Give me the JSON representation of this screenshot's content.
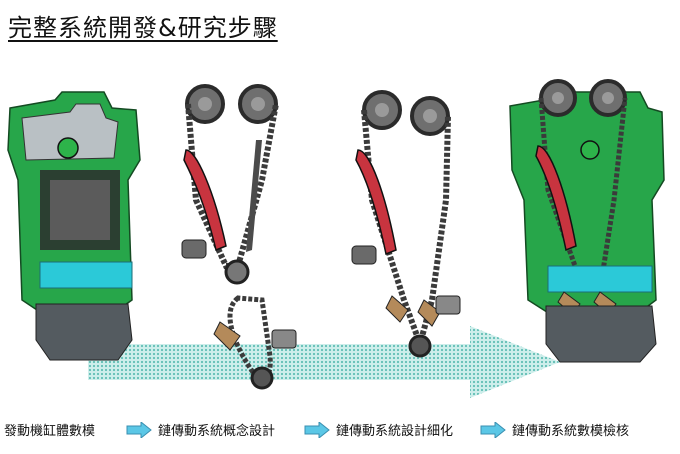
{
  "title": "完整系統開發&研究步驟",
  "steps": [
    {
      "label": "發動機缸體數模"
    },
    {
      "label": "鏈傳動系統概念設計"
    },
    {
      "label": "鏈傳動系統設計細化"
    },
    {
      "label": "鏈傳動系統數模檢核"
    }
  ],
  "colors": {
    "engine_green": "#2db34a",
    "guide_red": "#c8343f",
    "flow_teal": "#8fd3cf",
    "step_arrow": "#5bc7e6",
    "chain_gray": "#3b3b3b"
  }
}
